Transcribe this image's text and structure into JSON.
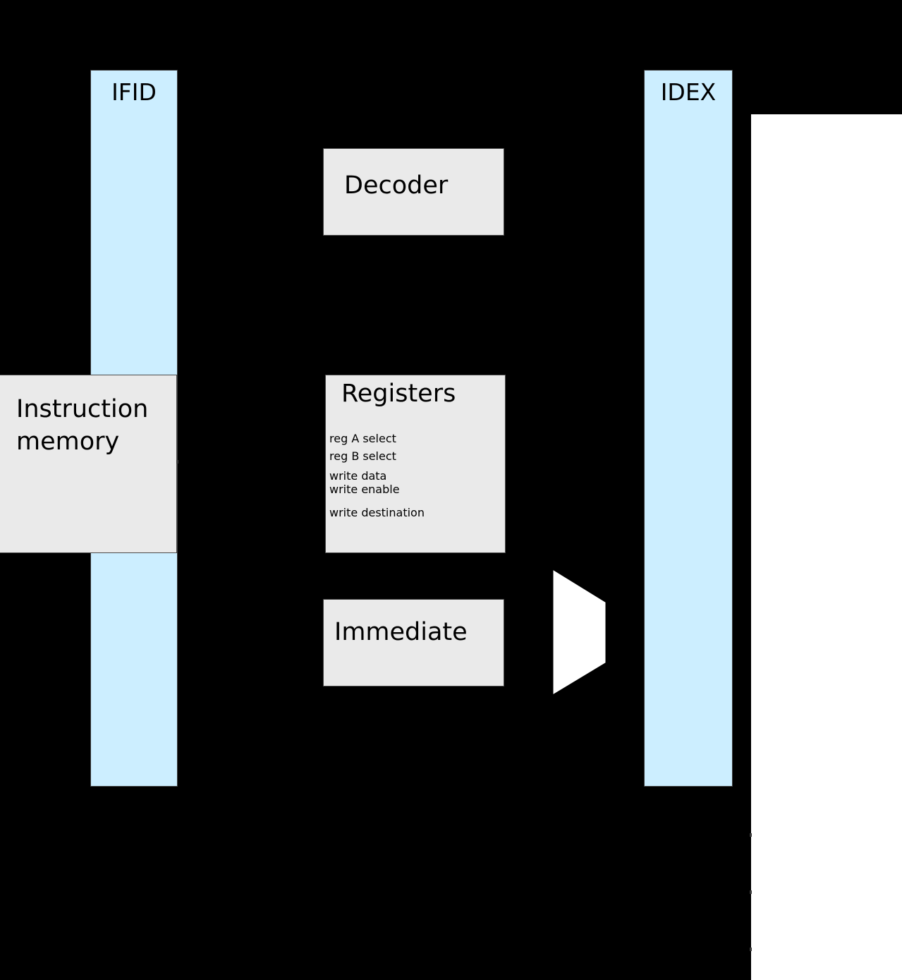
{
  "diagram": {
    "title": "CPU pipeline instruction decode stage",
    "background_color": "#000000",
    "canvas_color": "#ffffff",
    "pipeline_register_color": "#cceeff",
    "unit_color": "#eaeaea",
    "mux_color": "#ffffff"
  },
  "pipeline_registers": [
    {
      "id": "ifid",
      "label": "IFID"
    },
    {
      "id": "idex",
      "label": "IDEX"
    }
  ],
  "units": {
    "decoder": {
      "label": "Decoder"
    },
    "instruction_memory": {
      "label": "Instruction\nmemory"
    },
    "registers": {
      "label": "Registers",
      "ports": [
        "reg A select",
        "reg B select",
        "write data",
        "write enable",
        "write destination"
      ]
    },
    "immediate": {
      "label": "Immediate"
    }
  },
  "mux": {
    "name": "multiplexer"
  }
}
